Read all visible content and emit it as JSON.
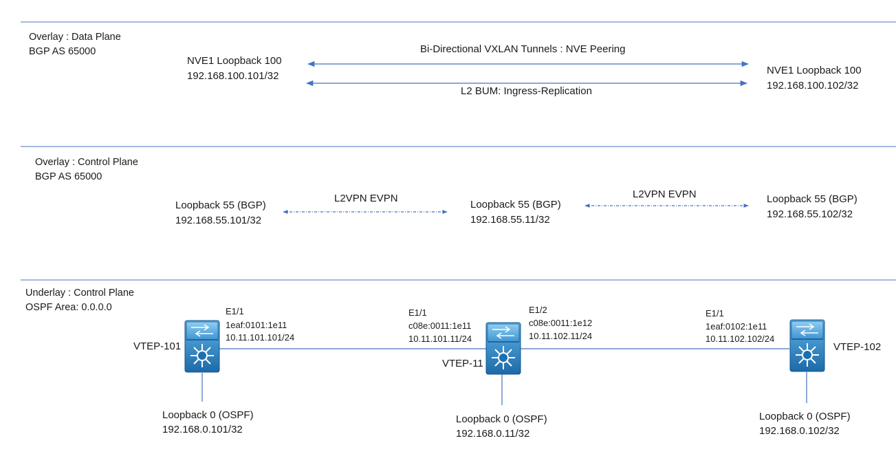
{
  "sections": {
    "data_plane": {
      "title": "Overlay : Data Plane",
      "subtitle": "BGP AS 65000"
    },
    "control_plane": {
      "title": "Overlay : Control Plane",
      "subtitle": "BGP AS 65000"
    },
    "underlay": {
      "title": "Underlay : Control Plane",
      "subtitle": "OSPF Area: 0.0.0.0"
    }
  },
  "data_plane": {
    "left": {
      "name": "NVE1 Loopback 100",
      "ip": "192.168.100.101/32"
    },
    "right": {
      "name": "NVE1 Loopback 100",
      "ip": "192.168.100.102/32"
    },
    "tunnel_label": "Bi-Directional VXLAN Tunnels : NVE Peering",
    "bum_label": "L2 BUM: Ingress-Replication"
  },
  "control_plane": {
    "left": {
      "name": "Loopback 55 (BGP)",
      "ip": "192.168.55.101/32"
    },
    "center": {
      "name": "Loopback 55 (BGP)",
      "ip": "192.168.55.11/32"
    },
    "right": {
      "name": "Loopback 55 (BGP)",
      "ip": "192.168.55.102/32"
    },
    "left_link_label": "L2VPN EVPN",
    "right_link_label": "L2VPN EVPN"
  },
  "underlay": {
    "vtep101": {
      "name": "VTEP-101",
      "loopback": "Loopback 0 (OSPF)",
      "loopback_ip": "192.168.0.101/32",
      "intf": "E1/1",
      "mac": "1eaf:0101:1e11",
      "ip": "10.11.101.101/24"
    },
    "vtep11": {
      "name": "VTEP-11",
      "loopback": "Loopback 0 (OSPF)",
      "loopback_ip": "192.168.0.11/32",
      "intf_left": "E1/1",
      "mac_left": "c08e:0011:1e11",
      "ip_left": "10.11.101.11/24",
      "intf_right": "E1/2",
      "mac_right": "c08e:0011:1e12",
      "ip_right": "10.11.102.11/24"
    },
    "vtep102": {
      "name": "VTEP-102",
      "loopback": "Loopback 0 (OSPF)",
      "loopback_ip": "192.168.0.102/32",
      "intf": "E1/1",
      "mac": "1eaf:0102:1e11",
      "ip": "10.11.102.102/24"
    }
  },
  "colors": {
    "line": "#4472c4",
    "switch_dark": "#1f6fae",
    "switch_light": "#4aa3df",
    "text": "#1a1a1a"
  }
}
